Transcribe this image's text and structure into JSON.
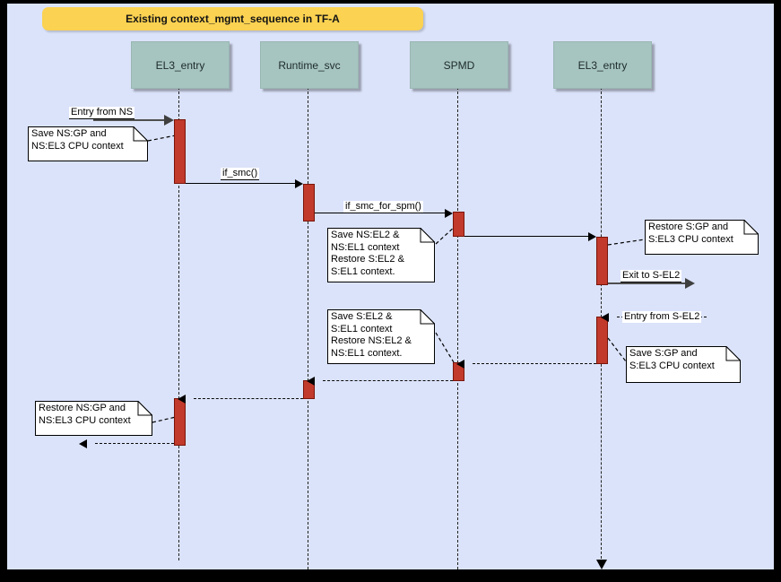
{
  "title": "Existing context_mgmt_sequence in TF-A",
  "lifelines": [
    {
      "label": "EL3_entry"
    },
    {
      "label": "Runtime_svc"
    },
    {
      "label": "SPMD"
    },
    {
      "label": "EL3_entry"
    }
  ],
  "messages": [
    {
      "name": "msg-entry-from-ns",
      "label": "Entry from NS"
    },
    {
      "name": "msg-if-smc",
      "label": "if_smc()"
    },
    {
      "name": "msg-if-smc-for-spm",
      "label": "if_smc_for_spm()"
    },
    {
      "name": "msg-spmd-to-el3",
      "label": ""
    },
    {
      "name": "msg-exit-to-s-el2",
      "label": "Exit to S-EL2"
    },
    {
      "name": "msg-entry-from-s-el2",
      "label": "Entry from S-EL2"
    },
    {
      "name": "msg-return-el3-to-spmd",
      "label": ""
    },
    {
      "name": "msg-return-spmd-to-runtime",
      "label": ""
    },
    {
      "name": "msg-return-runtime-to-el3",
      "label": ""
    },
    {
      "name": "msg-return-exit-to-ns",
      "label": ""
    }
  ],
  "notes": [
    {
      "name": "note-save-ns-gp",
      "text": "Save NS:GP and\nNS:EL3 CPU context"
    },
    {
      "name": "note-save-ns-el2",
      "text": "Save NS:EL2 &\nNS:EL1 context\nRestore S:EL2 &\nS:EL1 context."
    },
    {
      "name": "note-restore-s-gp",
      "text": "Restore S:GP and\nS:EL3 CPU context"
    },
    {
      "name": "note-save-s-gp",
      "text": "Save S:GP and\nS:EL3 CPU context"
    },
    {
      "name": "note-save-s-el2",
      "text": "Save S:EL2 &\nS:EL1 context\nRestore NS:EL2 &\nNS:EL1 context."
    },
    {
      "name": "note-restore-ns-gp",
      "text": "Restore NS:GP and\nNS:EL3 CPU context"
    }
  ],
  "colors": {
    "background": "#dbe3fa",
    "frame": "#000000",
    "title_fill": "#fbd251",
    "lifeline_head_fill": "#a6c4c0",
    "lifeline_head_border": "#9ab7b3",
    "activation_fill": "#c13a2b",
    "activation_border": "#7a150b",
    "note_fill": "#ffffff",
    "entry_exit_arrow": "#4f4f4f"
  }
}
